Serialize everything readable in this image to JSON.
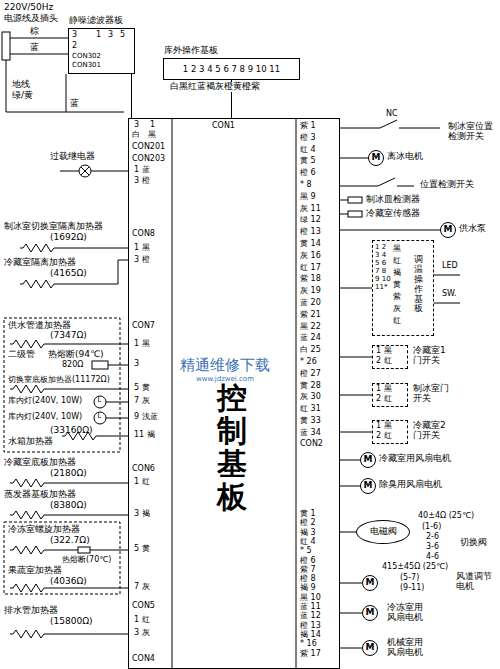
{
  "diagram": {
    "nodes": [
      {
        "text": [
          "静噪滤波器板"
        ]
      },
      {
        "text": [
          "库外操作基板",
          "1 2 3 4 5 6 7 8 9 10 11"
        ]
      },
      {
        "text": [
          "控制基板"
        ]
      },
      {
        "text": [
          "M",
          "离冰电机"
        ]
      },
      {
        "text": [
          "M",
          "供水泵"
        ]
      },
      {
        "text": [
          "调温操作基板"
        ]
      },
      {
        "text": [
          "冷藏室1 门开关"
        ]
      },
      {
        "text": [
          "制冰室门开关"
        ]
      },
      {
        "text": [
          "冷藏室2 门开关"
        ]
      },
      {
        "text": [
          "M",
          "冷藏室用风扇电机"
        ]
      },
      {
        "text": [
          "M",
          "除臭用风扇电机"
        ]
      },
      {
        "text": [
          "电磁阀"
        ]
      },
      {
        "text": [
          "M",
          "风道调节电机"
        ]
      },
      {
        "text": [
          "M",
          "冷冻室用风扇电机"
        ]
      },
      {
        "text": [
          "M",
          "机械室用风扇电机"
        ]
      }
    ],
    "edges": [
      {
        "from": 0,
        "to": 2,
        "arrow": "none"
      },
      {
        "from": 1,
        "to": 2,
        "arrow": "none"
      },
      {
        "from": 2,
        "to": 3,
        "arrow": "none"
      },
      {
        "from": 2,
        "to": 4,
        "arrow": "none"
      },
      {
        "from": 2,
        "to": 5,
        "arrow": "none"
      },
      {
        "from": 2,
        "to": 6,
        "arrow": "none"
      },
      {
        "from": 2,
        "to": 7,
        "arrow": "none"
      },
      {
        "from": 2,
        "to": 8,
        "arrow": "none"
      },
      {
        "from": 2,
        "to": 9,
        "arrow": "none"
      },
      {
        "from": 2,
        "to": 10,
        "arrow": "none"
      },
      {
        "from": 2,
        "to": 11,
        "arrow": "none"
      },
      {
        "from": 2,
        "to": 12,
        "arrow": "none"
      },
      {
        "from": 2,
        "to": 13,
        "arrow": "none"
      },
      {
        "from": 2,
        "to": 14,
        "arrow": "none"
      }
    ],
    "labels": [
      "220V/50Hz",
      "电源线及插头",
      "棕",
      "蓝",
      "3",
      "2",
      "1",
      "3",
      "5",
      "CON302",
      "CON301",
      "地线",
      "绿/黄",
      "蓝",
      "3",
      "1",
      "白",
      "黑",
      "CON201",
      "白黑红蓝褐灰橙黄橙紫",
      "CON1",
      "过载继电器",
      "CON203",
      "1 蓝",
      "3 橙",
      "制冰室切换室隔离加热器",
      "(1692Ω)",
      "冷藏室隔离加热器",
      "(4165Ω)",
      "CON8",
      "1 黑",
      "3 橙",
      "CON7",
      "1 黑",
      "3",
      "5 黄",
      "7 灰",
      "9 浅蓝",
      "11 褐",
      "供水管道加热器",
      "(7347Ω)",
      "二级管",
      "热熔断(94℃)",
      "820Ω",
      "切换室底板加热器(11172Ω)",
      "库内灯(240V, 10W)",
      "库内灯(240V, 10W)",
      "L",
      "L",
      "(33160Ω)",
      "水箱加热器",
      "冷藏室底板加热器",
      "(2180Ω)",
      "蒸发器基板加热器",
      "(8380Ω)",
      "冷冻室螺旋加热器",
      "(322.7Ω)",
      "热熔断(70℃)",
      "果蔬室加热器",
      "(4036Ω)",
      "CON6",
      "1 红",
      "3 褐",
      "5 黄",
      "7 灰",
      "CON5",
      "1 红",
      "3 灰",
      "排水管加热器",
      "(15800Ω)",
      "CON4",
      "NC",
      "制冰室位置检测开关",
      "位置检测开关",
      "制冰皿检测器",
      "冷藏室传感器",
      "1 2 3 4 5 6 7 8 9 10 11*",
      "黑 红 褐 黄 紫 灰 红",
      "LED",
      "SW.",
      "1 黑",
      "2 红",
      "1 黑",
      "2 红",
      "1 黑",
      "2 红",
      "40±4Ω (25℃)",
      "(1-6)",
      "2-6",
      "3-6",
      "4-6",
      "切换阀",
      "415±45Ω (25℃)",
      "(5-7)",
      "(9-11)",
      "CON2",
      "紫 1",
      "橙 3",
      "红 4",
      "黄 5",
      "橙 6",
      "* 8",
      "黑 9",
      "灰 11",
      "绿 12",
      "橙 13",
      "黄 14",
      "灰 16",
      "红 17",
      "紫 18",
      "灰 19",
      "蓝 20",
      "紫 21",
      "黑 22",
      "蓝 24",
      "白 25",
      "* 26",
      "橙 27",
      "黄 28",
      "灰 30",
      "红 31",
      "黄 33",
      "蓝 34",
      "黄 1",
      "橙 2",
      "褐 3",
      "红 4",
      "* 5",
      "橙 6",
      "紫 7",
      "橙 8",
      "褐 9",
      "黑 10",
      "蓝 11",
      "蓝 12",
      "橙 13",
      "褐 14",
      "* 16",
      "紫 17",
      "精通维修下载",
      "www.jdzwei.com"
    ]
  }
}
